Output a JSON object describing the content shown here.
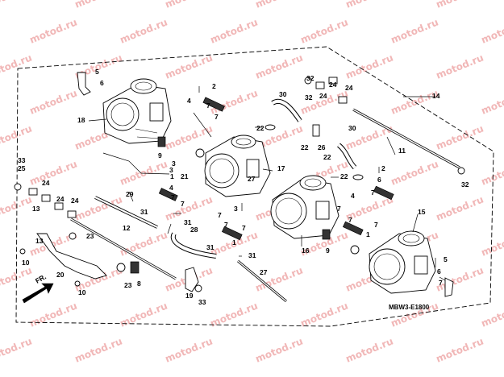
{
  "diagram_code": "MBW3-E1800",
  "direction_label": "FR.",
  "watermark_text": "motod.ru",
  "colors": {
    "line": "#000000",
    "watermark": "#f1b7b7",
    "background": "#ffffff"
  },
  "callouts": [
    "1",
    "2",
    "3",
    "4",
    "5",
    "6",
    "7",
    "8",
    "9",
    "10",
    "11",
    "12",
    "13",
    "14",
    "15",
    "16",
    "17",
    "18",
    "19",
    "20",
    "21",
    "22",
    "23",
    "24",
    "25",
    "26",
    "27",
    "28",
    "29",
    "30",
    "31",
    "32",
    "33"
  ]
}
